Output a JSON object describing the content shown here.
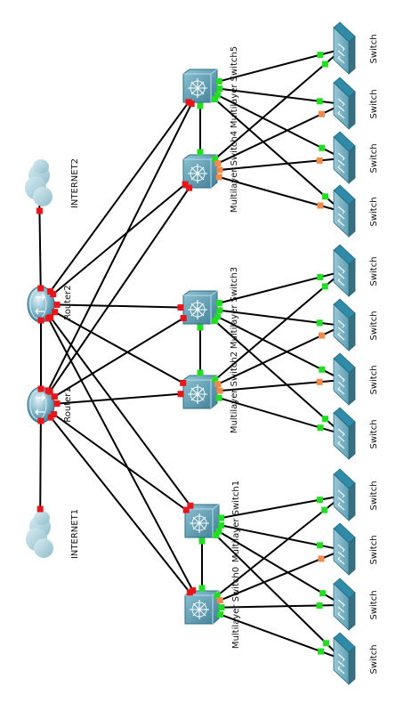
{
  "diagram": {
    "clouds": [
      {
        "id": "internet2",
        "label": "INTERNET2"
      },
      {
        "id": "internet1",
        "label": "INTERNET1"
      }
    ],
    "routers": [
      {
        "id": "router2",
        "label": "Router2"
      },
      {
        "id": "router1",
        "label": "Router1"
      }
    ],
    "multilayer_switches": [
      {
        "id": "ms5",
        "label": "Multilayer Switch5"
      },
      {
        "id": "ms4",
        "label": "Multilayer Switch4"
      },
      {
        "id": "ms3",
        "label": "Multilayer Switch3"
      },
      {
        "id": "ms2",
        "label": "Multilayer Switch2"
      },
      {
        "id": "ms1",
        "label": "Multilayer Switch1"
      },
      {
        "id": "ms0",
        "label": "Multilayer Switch0"
      }
    ],
    "switches": [
      {
        "id": "sw1",
        "label": "Switch"
      },
      {
        "id": "sw2",
        "label": "Switch"
      },
      {
        "id": "sw3",
        "label": "Switch"
      },
      {
        "id": "sw4",
        "label": "Switch"
      },
      {
        "id": "sw5",
        "label": "Switch"
      },
      {
        "id": "sw6",
        "label": "Switch"
      },
      {
        "id": "sw7",
        "label": "Switch"
      },
      {
        "id": "sw8",
        "label": "Switch"
      },
      {
        "id": "sw9",
        "label": "Switch"
      },
      {
        "id": "sw10",
        "label": "Switch"
      },
      {
        "id": "sw11",
        "label": "Switch"
      },
      {
        "id": "sw12",
        "label": "Switch"
      }
    ],
    "link_status_colors": {
      "down": "#e8151b",
      "up": "#22dd22",
      "blocking": "#f08a4b"
    },
    "links": [
      {
        "from": "internet2",
        "to": "router2",
        "status": "down"
      },
      {
        "from": "internet1",
        "to": "router1",
        "status": "down"
      },
      {
        "from": "router2",
        "to": "router1",
        "status": "down"
      },
      {
        "from": "router2",
        "to": "ms5",
        "status": "down"
      },
      {
        "from": "router2",
        "to": "ms4",
        "status": "down"
      },
      {
        "from": "router2",
        "to": "ms3",
        "status": "down"
      },
      {
        "from": "router2",
        "to": "ms2",
        "status": "down"
      },
      {
        "from": "router2",
        "to": "ms1",
        "status": "down"
      },
      {
        "from": "router2",
        "to": "ms0",
        "status": "down"
      },
      {
        "from": "router1",
        "to": "ms5",
        "status": "down"
      },
      {
        "from": "router1",
        "to": "ms4",
        "status": "down"
      },
      {
        "from": "router1",
        "to": "ms3",
        "status": "down"
      },
      {
        "from": "router1",
        "to": "ms2",
        "status": "down"
      },
      {
        "from": "router1",
        "to": "ms1",
        "status": "down"
      },
      {
        "from": "router1",
        "to": "ms0",
        "status": "down"
      },
      {
        "from": "ms5",
        "to": "ms4",
        "status": "up"
      },
      {
        "from": "ms3",
        "to": "ms2",
        "status": "up"
      },
      {
        "from": "ms1",
        "to": "ms0",
        "status": "up"
      },
      {
        "from": "ms5",
        "to": "sw1",
        "status": "up"
      },
      {
        "from": "ms5",
        "to": "sw2",
        "status": "up"
      },
      {
        "from": "ms5",
        "to": "sw3",
        "status": "up"
      },
      {
        "from": "ms5",
        "to": "sw4",
        "status": "up"
      },
      {
        "from": "ms4",
        "to": "sw1",
        "status": "up"
      },
      {
        "from": "ms4",
        "to": "sw2",
        "status": "blocking"
      },
      {
        "from": "ms4",
        "to": "sw3",
        "status": "blocking"
      },
      {
        "from": "ms4",
        "to": "sw4",
        "status": "blocking"
      },
      {
        "from": "ms3",
        "to": "sw5",
        "status": "up"
      },
      {
        "from": "ms3",
        "to": "sw6",
        "status": "up"
      },
      {
        "from": "ms3",
        "to": "sw7",
        "status": "up"
      },
      {
        "from": "ms3",
        "to": "sw8",
        "status": "up"
      },
      {
        "from": "ms2",
        "to": "sw5",
        "status": "up"
      },
      {
        "from": "ms2",
        "to": "sw6",
        "status": "blocking"
      },
      {
        "from": "ms2",
        "to": "sw7",
        "status": "blocking"
      },
      {
        "from": "ms2",
        "to": "sw8",
        "status": "up"
      },
      {
        "from": "ms1",
        "to": "sw9",
        "status": "up"
      },
      {
        "from": "ms1",
        "to": "sw10",
        "status": "up"
      },
      {
        "from": "ms1",
        "to": "sw11",
        "status": "up"
      },
      {
        "from": "ms1",
        "to": "sw12",
        "status": "up"
      },
      {
        "from": "ms0",
        "to": "sw9",
        "status": "up"
      },
      {
        "from": "ms0",
        "to": "sw10",
        "status": "blocking"
      },
      {
        "from": "ms0",
        "to": "sw11",
        "status": "up"
      },
      {
        "from": "ms0",
        "to": "sw12",
        "status": "up"
      }
    ]
  }
}
